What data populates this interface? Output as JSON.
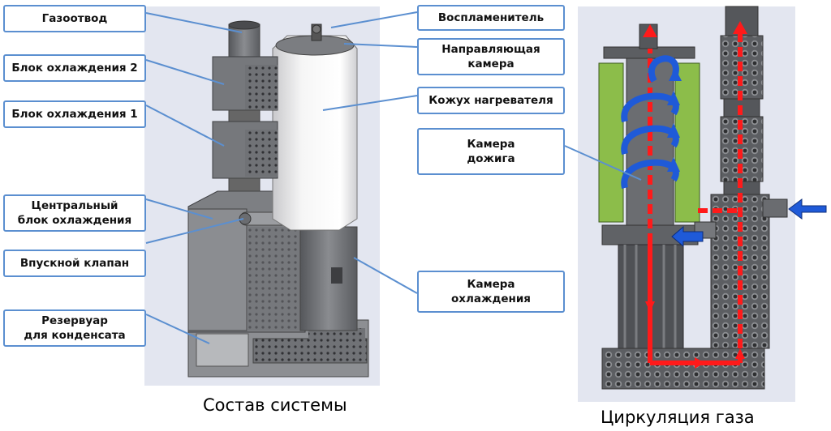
{
  "left_labels": {
    "gas_outlet": "Газоотвод",
    "cooling_block_2": "Блок охлаждения 2",
    "cooling_block_1": "Блок охлаждения 1",
    "central_cooling_block": "Центральный\nблок охлаждения",
    "inlet_valve": "Впускной клапан",
    "condensate_tank": "Резервуар\nдля конденсата"
  },
  "right_labels": {
    "igniter": "Воспламенитель",
    "guide_chamber": "Направляющая\nкамера",
    "heater_casing": "Кожух нагревателя",
    "afterburner_chamber": "Камера\nдожига",
    "cooling_chamber": "Камера\nохлаждения"
  },
  "captions": {
    "system_composition": "Состав системы",
    "gas_circulation": "Циркуляция газа"
  },
  "colors": {
    "label_border": "#5b8fd0",
    "leader_line": "#5b8fd0",
    "flow_arrow": "#ff1a1a",
    "swirl_arrow": "#1f5ad8",
    "heater_panel": "#8cbd4a",
    "metal": "#6d6f73",
    "background_panel": "#e3e6f0"
  }
}
